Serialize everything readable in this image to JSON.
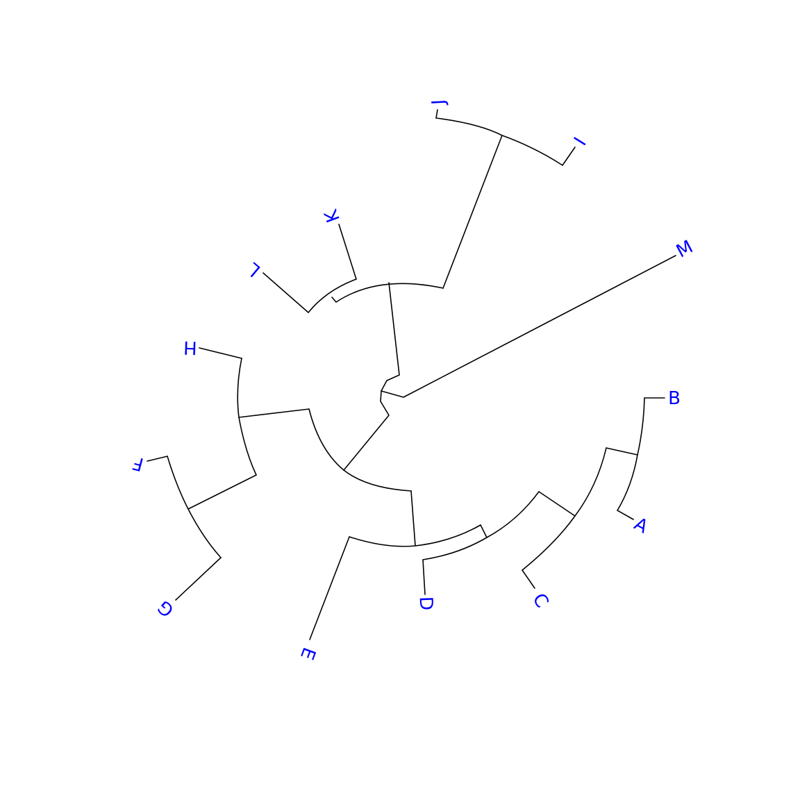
{
  "diagram": {
    "type": "fan-dendrogram",
    "label_color": "#0000FF",
    "branch_color": "#000000",
    "tips": [
      {
        "id": "A",
        "label": "A"
      },
      {
        "id": "B",
        "label": "B"
      },
      {
        "id": "C",
        "label": "C"
      },
      {
        "id": "D",
        "label": "D"
      },
      {
        "id": "E",
        "label": "E"
      },
      {
        "id": "F",
        "label": "F"
      },
      {
        "id": "G",
        "label": "G"
      },
      {
        "id": "H",
        "label": "H"
      },
      {
        "id": "I",
        "label": "I"
      },
      {
        "id": "J",
        "label": "J"
      },
      {
        "id": "K",
        "label": "K"
      },
      {
        "id": "L",
        "label": "L"
      },
      {
        "id": "M",
        "label": "M"
      }
    ]
  }
}
